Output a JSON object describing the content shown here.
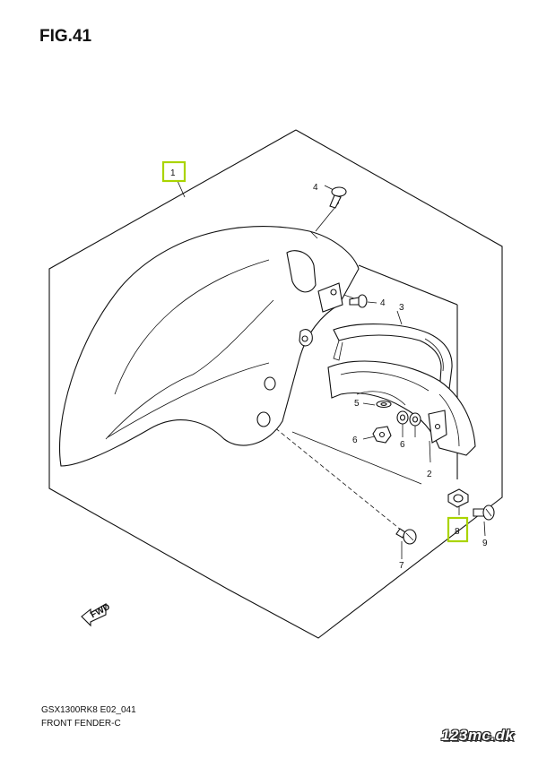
{
  "header": {
    "title": "FIG.41"
  },
  "footer": {
    "model": "GSX1300RK8 E02_041",
    "section": "FRONT FENDER-C",
    "brand": "123mc.dk"
  },
  "direction_arrow": {
    "label": "FWD"
  },
  "callouts": {
    "c1": "1",
    "c2": "2",
    "c3": "3",
    "c4a": "4",
    "c4b": "4",
    "c5": "5",
    "c6a": "6",
    "c6b": "6",
    "c7": "7",
    "c8": "8",
    "c9": "9"
  },
  "highlighted_callouts": [
    "1",
    "8"
  ],
  "colors": {
    "highlight": "#aad400",
    "line": "#111111",
    "background": "#ffffff"
  }
}
